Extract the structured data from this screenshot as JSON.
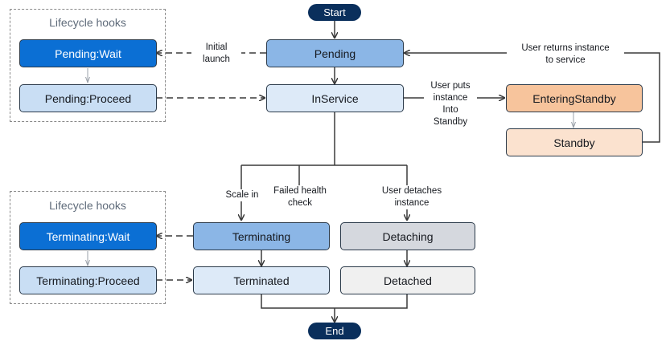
{
  "nodes": {
    "start": "Start",
    "end": "End",
    "pending": "Pending",
    "inservice": "InService",
    "entering_standby": "EnteringStandby",
    "standby": "Standby",
    "pending_wait": "Pending:Wait",
    "pending_proceed": "Pending:Proceed",
    "terminating": "Terminating",
    "terminated": "Terminated",
    "detaching": "Detaching",
    "detached": "Detached",
    "terminating_wait": "Terminating:Wait",
    "terminating_proceed": "Terminating:Proceed"
  },
  "groups": {
    "top_title": "Lifecycle hooks",
    "bottom_title": "Lifecycle hooks"
  },
  "labels": {
    "initial": "Initial",
    "launch": "launch",
    "user_returns_1": "User returns instance",
    "user_returns_2": "to service",
    "user_puts_1": "User puts",
    "user_puts_2": "instance",
    "user_puts_3": "Into",
    "user_puts_4": "Standby",
    "scale_in": "Scale in",
    "failed_1": "Failed health",
    "failed_2": "check",
    "detaches_1": "User detaches",
    "detaches_2": "instance"
  },
  "colors": {
    "dark_blue": "#0b6fd4",
    "navy": "#0a2f5c",
    "mid_blue": "#8bb6e6",
    "light_blue": "#c9def4",
    "pale_blue": "#ddeaf8",
    "orange": "#f7c49c",
    "peach": "#fbe2cf",
    "grey": "#d5d8de",
    "light_grey": "#f0f0f0"
  }
}
